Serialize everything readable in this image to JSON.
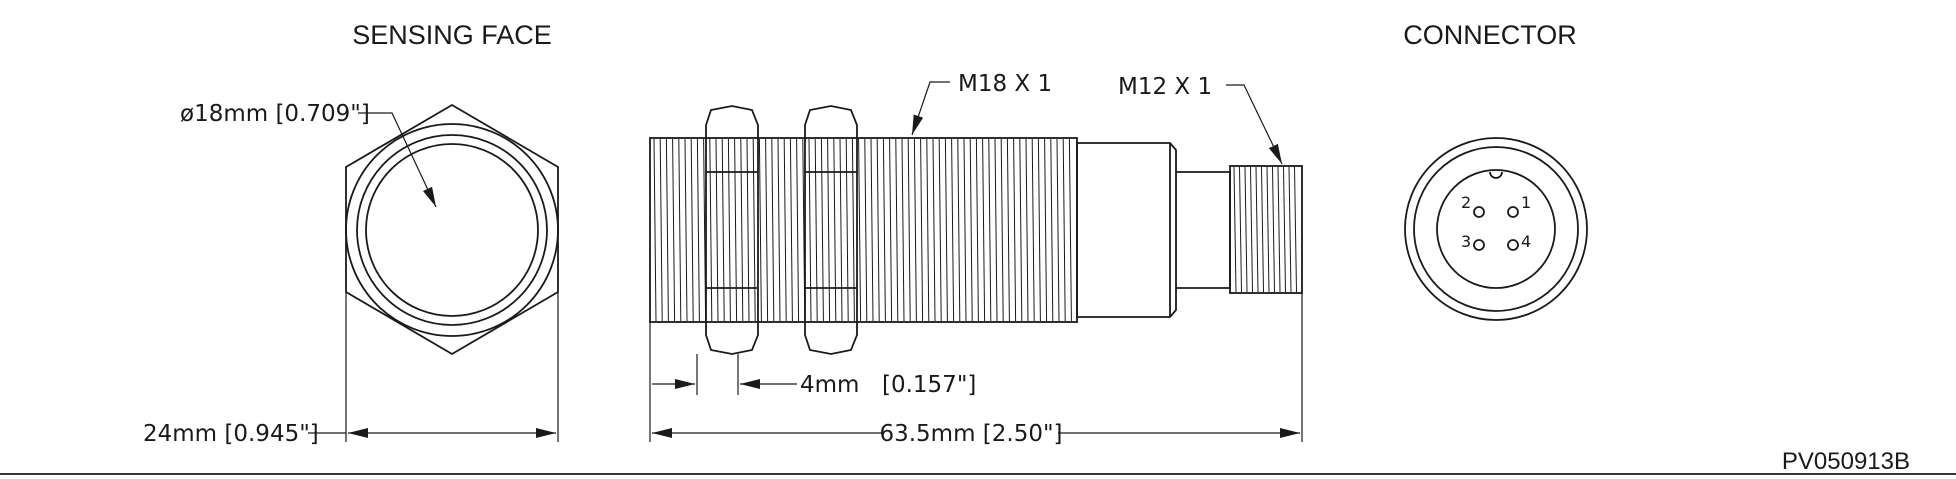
{
  "headings": {
    "sensing_face": "SENSING FACE",
    "connector": "CONNECTOR"
  },
  "dimensions": {
    "face_diameter": "ø18mm [0.709\"]",
    "hex_width": "24mm [0.945\"]",
    "main_thread": "M18 X 1",
    "connector_thread": "M12 X 1",
    "nut_thickness": "4mm",
    "nut_thickness_in": "[0.157\"]",
    "overall_length": "63.5mm [2.50\"]"
  },
  "connector_pins": [
    "1",
    "2",
    "3",
    "4"
  ],
  "document_number": "PV050913B"
}
